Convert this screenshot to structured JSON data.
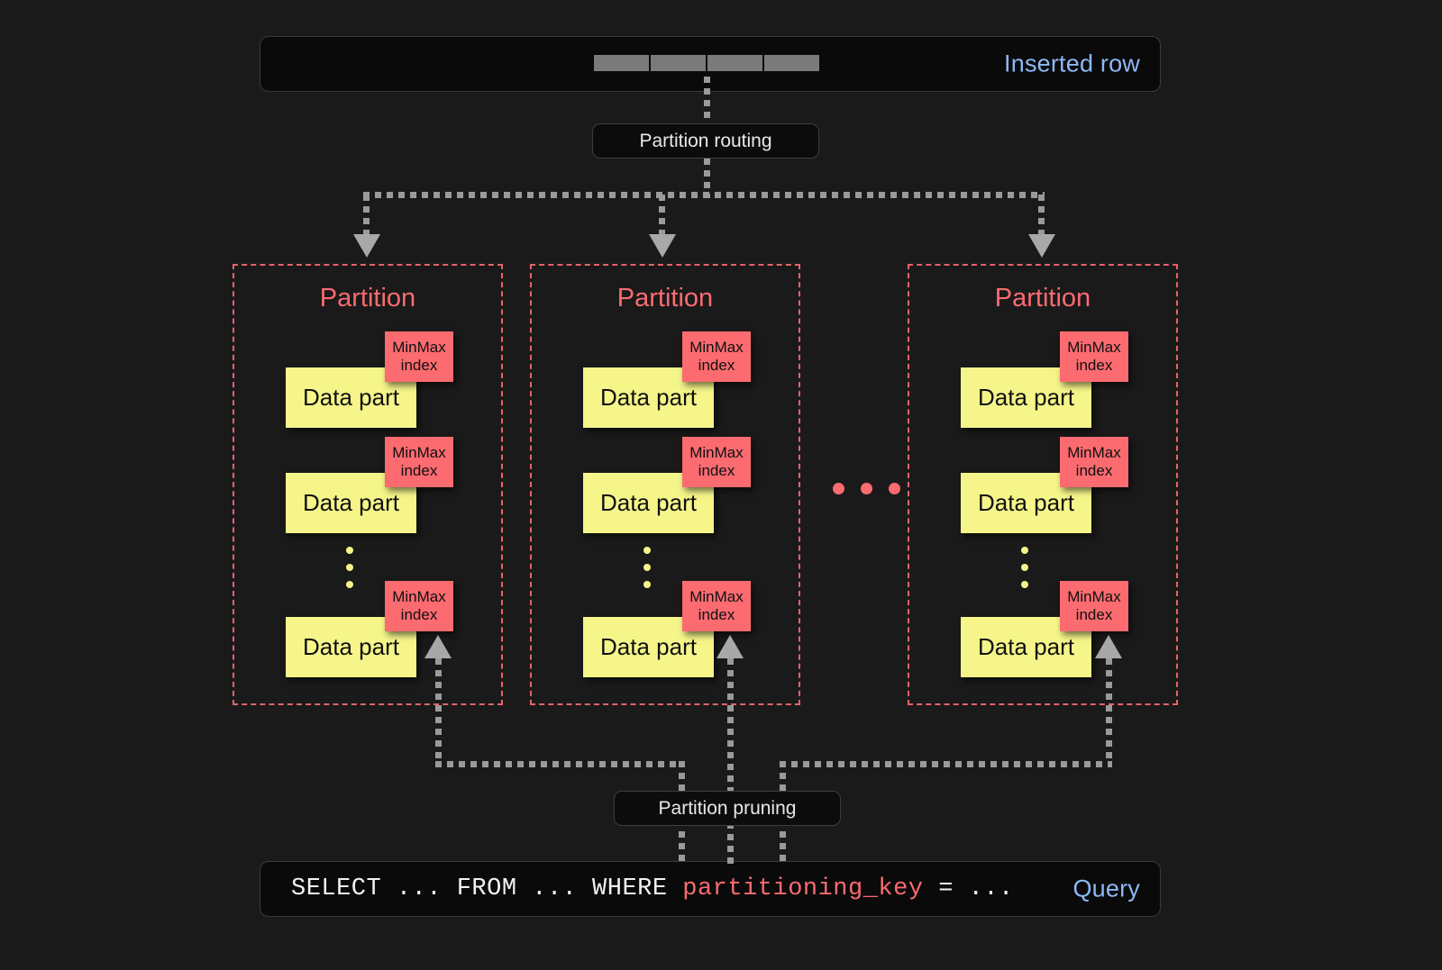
{
  "diagram": {
    "title": "Partitioning: insert routing and partition pruning",
    "background_color": "#1a1a1a"
  },
  "inserted_row": {
    "label": "Inserted row",
    "label_color": "#8cb9f5",
    "cell_count": 4,
    "cell_color": "#7a7a7a"
  },
  "routing": {
    "label": "Partition routing"
  },
  "pruning": {
    "label": "Partition pruning"
  },
  "query": {
    "label": "Query",
    "label_color": "#8cb9f5",
    "prefix": "SELECT ... FROM ... WHERE ",
    "key": "partitioning_key",
    "suffix": " = ...",
    "key_color": "#fb6b70"
  },
  "partition_label": "Partition",
  "partition_color": "#fb6b70",
  "data_part_label": "Data part",
  "data_part_color": "#f5f58a",
  "minmax_label": "MinMax index",
  "minmax_line1": "MinMax",
  "minmax_line2": "index",
  "minmax_color": "#fb6b70",
  "partitions": [
    {
      "title": "Partition",
      "parts": [
        {
          "label": "Data part",
          "index": "MinMax index"
        },
        {
          "label": "Data part",
          "index": "MinMax index"
        },
        {
          "label": "Data part",
          "index": "MinMax index"
        }
      ],
      "has_vertical_ellipsis": true
    },
    {
      "title": "Partition",
      "parts": [
        {
          "label": "Data part",
          "index": "MinMax index"
        },
        {
          "label": "Data part",
          "index": "MinMax index"
        },
        {
          "label": "Data part",
          "index": "MinMax index"
        }
      ],
      "has_vertical_ellipsis": true
    },
    {
      "title": "Partition",
      "parts": [
        {
          "label": "Data part",
          "index": "MinMax index"
        },
        {
          "label": "Data part",
          "index": "MinMax index"
        },
        {
          "label": "Data part",
          "index": "MinMax index"
        }
      ],
      "has_vertical_ellipsis": true
    }
  ],
  "partitions_ellipsis": "• • •"
}
